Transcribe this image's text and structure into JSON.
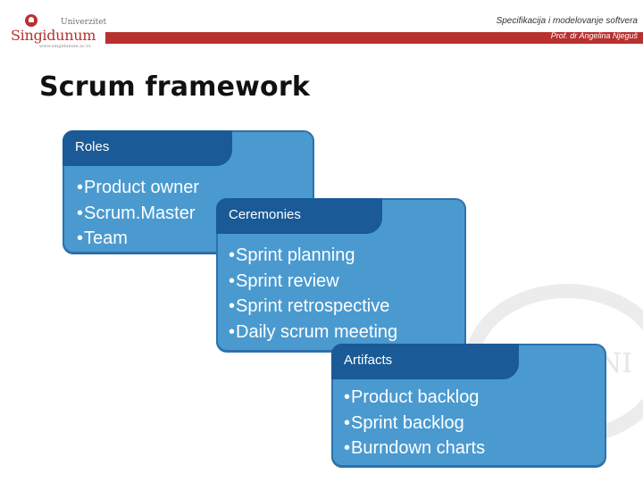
{
  "header": {
    "logo": {
      "top_word": "Univerzitet",
      "main_word": "Singidunum",
      "url": "www.singidunum.ac.rs"
    },
    "course_title": "Specifikacija i modelovanje softvera",
    "author": "Prof. dr Angelina Njeguš",
    "accent_color": "#b8312f"
  },
  "slide": {
    "title": "Scrum framework"
  },
  "diagram": {
    "fill_color": "#4a9ad0",
    "tab_color": "#1a5a96",
    "boxes": [
      {
        "heading": "Roles",
        "items": [
          "Product owner",
          "Scrum.Master",
          "Team"
        ]
      },
      {
        "heading": "Ceremonies",
        "items": [
          "Sprint planning",
          "Sprint review",
          "Sprint retrospective",
          "Daily scrum meeting"
        ]
      },
      {
        "heading": "Artifacts",
        "items": [
          "Product backlog",
          "Sprint backlog",
          "Burndown charts"
        ]
      }
    ]
  },
  "watermark": {
    "text": "NI"
  }
}
